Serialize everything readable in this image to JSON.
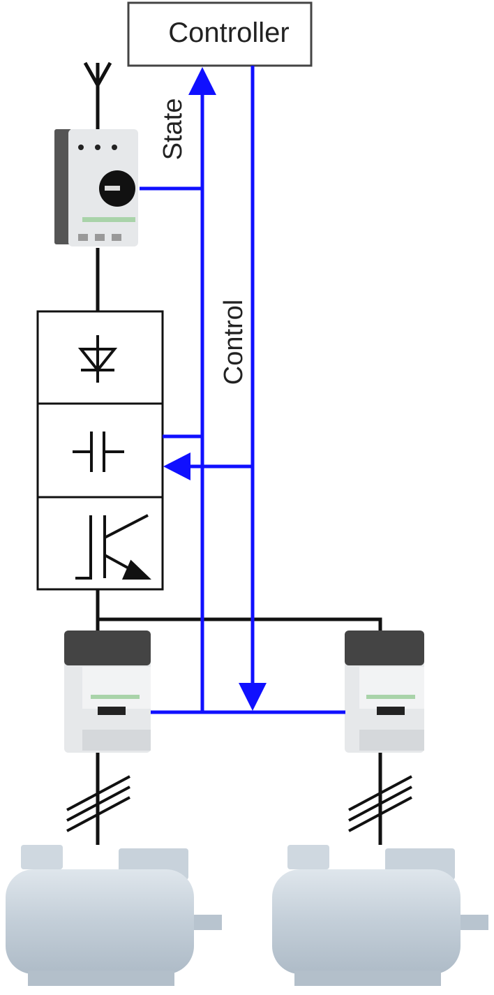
{
  "controller": {
    "label": "Controller"
  },
  "signals": {
    "state_label": "State",
    "control_label": "Control"
  },
  "colors": {
    "signal": "#1010ff",
    "wire": "#111111",
    "device_body": "#e4e6e8",
    "motor": "#c9d3dc",
    "accent_green": "#a9d3a9"
  }
}
